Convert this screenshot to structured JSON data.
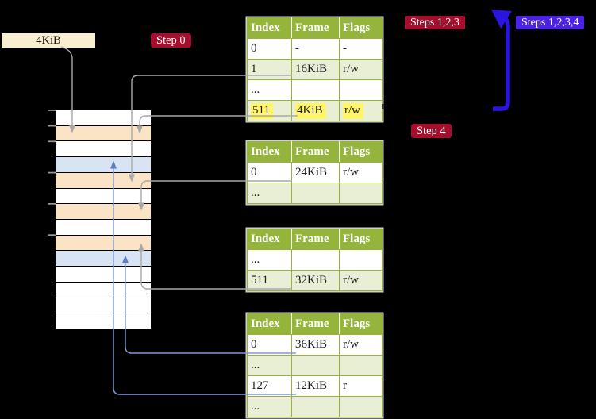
{
  "title": "Two-level page table translation diagram",
  "colors": {
    "green": "#95b43c",
    "lgreen": "#e9efd4",
    "yellow": "#fff566",
    "cream": "#f8eed0",
    "crimson": "#a50e2d",
    "blueviolet": "#4b22e8",
    "thickblue": "#2a14e0",
    "peach": "#fbe3c5",
    "lblue": "#d8e4f4",
    "congray": "#a9a9a9",
    "conblue": "#7d9bd3",
    "arrblue": "#5b7ec1"
  },
  "frame_size_label": "4KiB",
  "badges": {
    "step0": "Step 0",
    "steps123": "Steps 1,2,3",
    "steps1234": "Steps 1,2,3,4",
    "step4": "Step 4"
  },
  "tables": [
    {
      "name": "page-table-top",
      "headers": [
        "Index",
        "Frame",
        "Flags"
      ],
      "rows": [
        {
          "cells": [
            "0",
            "-",
            "-"
          ],
          "shaded": false,
          "highlight": false
        },
        {
          "cells": [
            "1",
            "16KiB",
            "r/w"
          ],
          "shaded": true,
          "highlight": false
        },
        {
          "cells": [
            "...",
            "",
            ""
          ],
          "shaded": false,
          "highlight": false
        },
        {
          "cells": [
            "511",
            "4KiB",
            "r/w"
          ],
          "shaded": true,
          "highlight": true
        }
      ]
    },
    {
      "name": "page-table-second",
      "headers": [
        "Index",
        "Frame",
        "Flags"
      ],
      "rows": [
        {
          "cells": [
            "0",
            "24KiB",
            "r/w"
          ],
          "shaded": false,
          "highlight": false
        },
        {
          "cells": [
            "...",
            "",
            ""
          ],
          "shaded": true,
          "highlight": false
        }
      ]
    },
    {
      "name": "page-table-third",
      "headers": [
        "Index",
        "Frame",
        "Flags"
      ],
      "rows": [
        {
          "cells": [
            "...",
            "",
            ""
          ],
          "shaded": false,
          "highlight": false
        },
        {
          "cells": [
            "511",
            "32KiB",
            "r/w"
          ],
          "shaded": true,
          "highlight": false
        }
      ]
    },
    {
      "name": "page-table-bottom",
      "headers": [
        "Index",
        "Frame",
        "Flags"
      ],
      "rows": [
        {
          "cells": [
            "0",
            "36KiB",
            "r/w"
          ],
          "shaded": false,
          "highlight": false
        },
        {
          "cells": [
            "...",
            "",
            ""
          ],
          "shaded": true,
          "highlight": false
        },
        {
          "cells": [
            "127",
            "12KiB",
            "r"
          ],
          "shaded": false,
          "highlight": false
        },
        {
          "cells": [
            "...",
            "",
            ""
          ],
          "shaded": true,
          "highlight": false
        }
      ]
    }
  ],
  "memory_stack": {
    "row_colors": [
      "white",
      "peach",
      "white",
      "blue",
      "peach",
      "white",
      "peach",
      "white",
      "peach",
      "blue",
      "white",
      "white",
      "white",
      "white"
    ],
    "tick_row_indices": [
      0,
      1,
      2,
      4,
      6,
      8
    ]
  }
}
